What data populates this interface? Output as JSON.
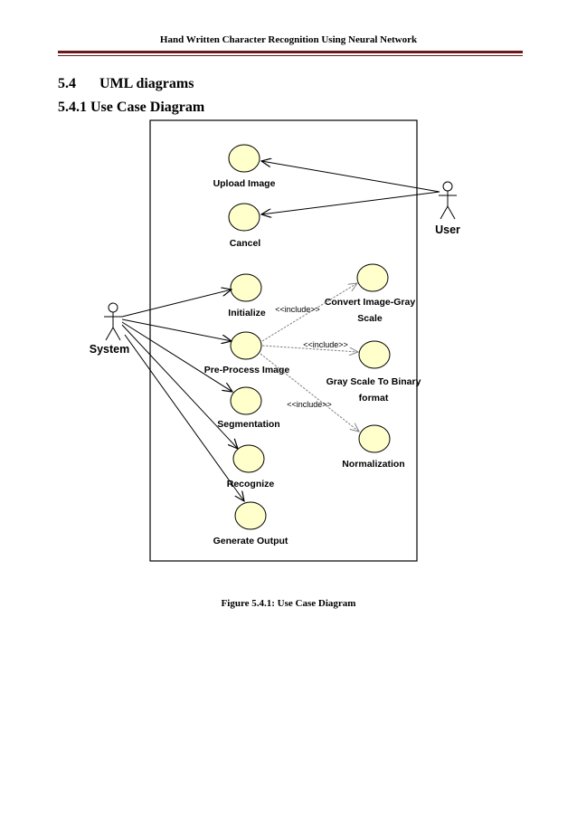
{
  "header": {
    "title": "Hand Written Character Recognition Using Neural Network"
  },
  "section": {
    "number": "5.4",
    "title": "UML diagrams"
  },
  "subsection": {
    "title": "5.4.1 Use Case Diagram"
  },
  "diagram": {
    "actors": {
      "user": "User",
      "system": "System"
    },
    "use_cases": {
      "upload_image": "Upload Image",
      "cancel": "Cancel",
      "initialize": "Initialize",
      "preprocess_image": "Pre-Process Image",
      "segmentation": "Segmentation",
      "recognize": "Recognize",
      "generate_output": "Generate Output",
      "convert_gray_l1": "Convert Image-Gray",
      "convert_gray_l2": "Scale",
      "binary_l1": "Gray Scale To  Binary",
      "binary_l2": "format",
      "normalization": "Normalization"
    },
    "include_label": "<<include>>",
    "colors": {
      "use_case_fill": "#ffffcc",
      "line": "#000000",
      "include_line": "#808080",
      "header_rule": "#6b1a1a"
    }
  },
  "caption": "Figure 5.4.1: Use Case Diagram"
}
